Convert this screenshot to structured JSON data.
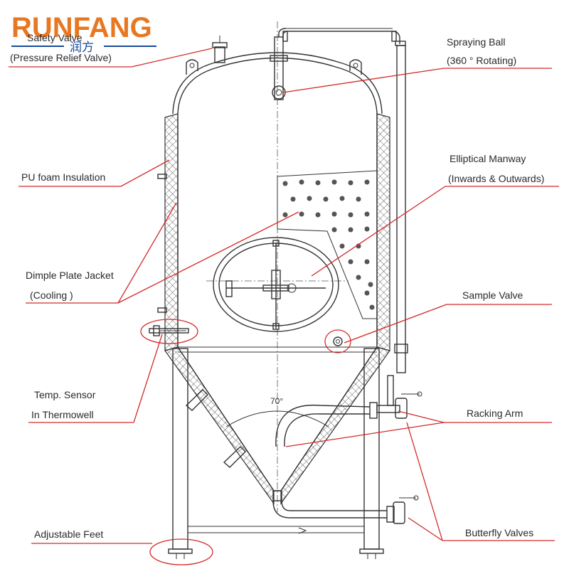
{
  "brand": {
    "name": "RUNFANG",
    "chinese": "润方",
    "color": "#e87722",
    "underline_color": "#1a4a9a"
  },
  "annotation_color": "#d42a2a",
  "labels": {
    "safety_valve": "Safety Valve",
    "safety_valve_sub": "(Pressure Relief Valve)",
    "spraying_ball": "Spraying Ball",
    "spraying_ball_sub": "(360 ° Rotating)",
    "pu_foam": "PU foam Insulation",
    "elliptical_manway": "Elliptical Manway",
    "elliptical_manway_sub": "(Inwards & Outwards)",
    "dimple_jacket": "Dimple Plate Jacket",
    "dimple_jacket_sub": "(Cooling )",
    "sample_valve": "Sample Valve",
    "temp_sensor": "Temp. Sensor",
    "temp_sensor_sub": "In Thermowell",
    "racking_arm": "Racking Arm",
    "adjustable_feet": "Adjustable Feet",
    "butterfly_valves": "Butterfly Valves",
    "cone_angle": "70°"
  }
}
